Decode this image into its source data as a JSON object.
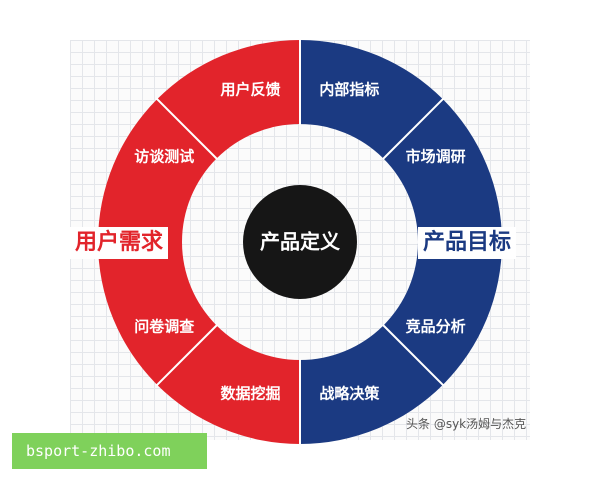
{
  "colors": {
    "user_side": "#e2242b",
    "goal_side": "#1b3a82",
    "center": "#161616",
    "divider": "#ffffff"
  },
  "center": {
    "label": "产品定义"
  },
  "left_group": {
    "title": "用户需求",
    "segments": [
      "用户反馈",
      "访谈测试",
      "问卷调查",
      "数据挖掘"
    ]
  },
  "right_group": {
    "title": "产品目标",
    "segments": [
      "内部指标",
      "市场调研",
      "竞品分析",
      "战略决策"
    ]
  },
  "watermark": "头条 @syk汤姆与杰克",
  "source_banner": "bsport-zhibo.com"
}
